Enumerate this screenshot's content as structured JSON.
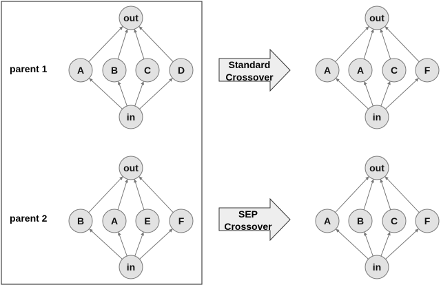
{
  "parents_box": {
    "labels": [
      "parent 1",
      "parent 2"
    ]
  },
  "arrows": [
    {
      "lines": [
        "Standard",
        "Crossover"
      ]
    },
    {
      "lines": [
        "SEP",
        "Crossover"
      ]
    }
  ],
  "networks": [
    {
      "id": "parent-1",
      "output": "out",
      "hidden": [
        "A",
        "B",
        "C",
        "D"
      ],
      "input": "in"
    },
    {
      "id": "parent-2",
      "output": "out",
      "hidden": [
        "B",
        "A",
        "E",
        "F"
      ],
      "input": "in"
    },
    {
      "id": "standard-child",
      "output": "out",
      "hidden": [
        "A",
        "A",
        "C",
        "F"
      ],
      "input": "in"
    },
    {
      "id": "sep-child",
      "output": "out",
      "hidden": [
        "A",
        "B",
        "C",
        "F"
      ],
      "input": "in"
    }
  ],
  "colors": {
    "node_fill": "#e2e2e2",
    "node_stroke": "#777777",
    "arrow_fill": "#eeeeee"
  }
}
